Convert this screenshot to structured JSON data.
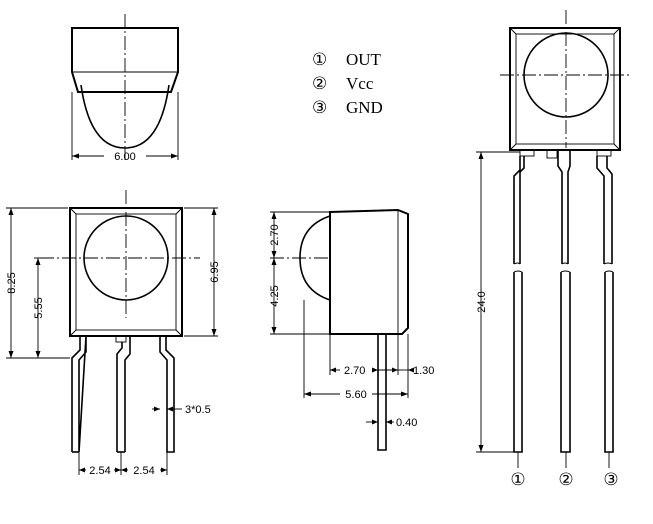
{
  "legend": [
    {
      "number": "①",
      "label": "OUT"
    },
    {
      "number": "②",
      "label": "Vcc"
    },
    {
      "number": "③",
      "label": "GND"
    }
  ],
  "dimensions": {
    "top_width": "6.00",
    "overall_height": "8.25",
    "lens_center_height": "5.55",
    "body_height": "6.95",
    "side_top": "2.70",
    "side_lens": "4.25",
    "side_lens_depth": "2.70",
    "side_offset": "1.30",
    "side_depth": "5.60",
    "lead_thickness": "0.40",
    "lead_width": "3*0.5",
    "pitch_left": "2.54",
    "pitch_right": "2.54",
    "lead_length": "24.0"
  },
  "pin_labels": [
    "①",
    "②",
    "③"
  ]
}
